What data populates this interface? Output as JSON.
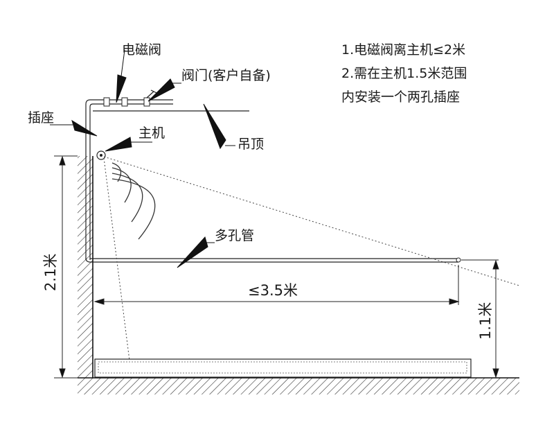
{
  "notes": [
    "1.电磁阀离主机≤2米",
    "2.需在主机1.5米范围",
    "内安装一个两孔插座"
  ],
  "labels": {
    "solenoid_valve": "电磁阀",
    "valve_customer": "阀门(客户自备)",
    "socket": "插座",
    "host": "主机",
    "ceiling": "吊顶",
    "perforated_pipe": "多孔管"
  },
  "dimensions": {
    "wall_height": "2.1米",
    "pipe_length": "≤3.5米",
    "pipe_height": "1.1米"
  }
}
